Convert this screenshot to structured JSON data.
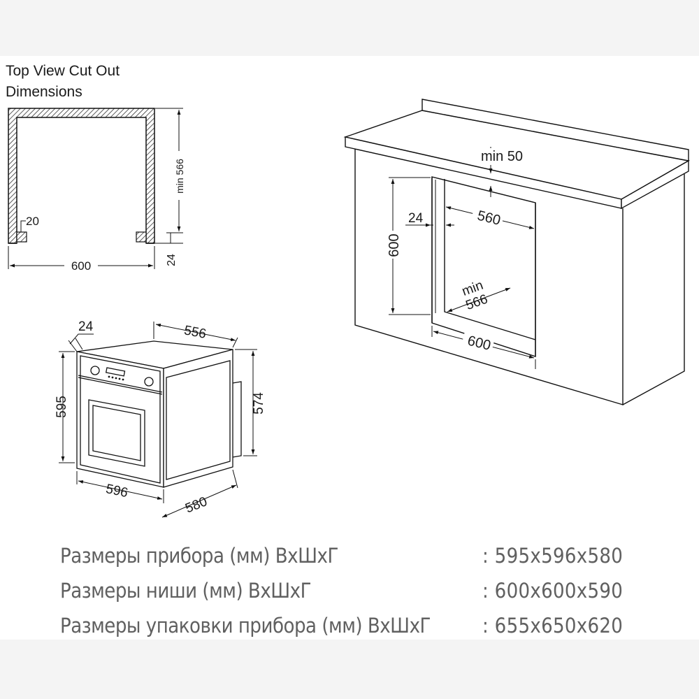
{
  "top_view": {
    "title_line1": "Top View Cut Out",
    "title_line2": "Dimensions",
    "dim_width": "600",
    "dim_depth": "min 566",
    "dim_wall": "20",
    "dim_front": "24"
  },
  "oven": {
    "dim_top_depth": "556",
    "dim_front_panel": "24",
    "dim_height": "595",
    "dim_body_height": "574",
    "dim_width": "596",
    "dim_depth": "580"
  },
  "cabinet": {
    "dim_top_gap": "min 50",
    "dim_front_offset": "24",
    "dim_inner_width": "560",
    "dim_height": "600",
    "dim_min_depth_line1": "min",
    "dim_min_depth_line2": "566",
    "dim_width": "600"
  },
  "specs": [
    {
      "label": "Размеры прибора (мм) ВхШхГ",
      "value": ": 595x596x580"
    },
    {
      "label": "Размеры ниши (мм) ВхШхГ",
      "value": ": 600x600x590"
    },
    {
      "label": "Размеры упаковки прибора (мм) ВхШхГ",
      "value": ": 655x650x620"
    }
  ]
}
